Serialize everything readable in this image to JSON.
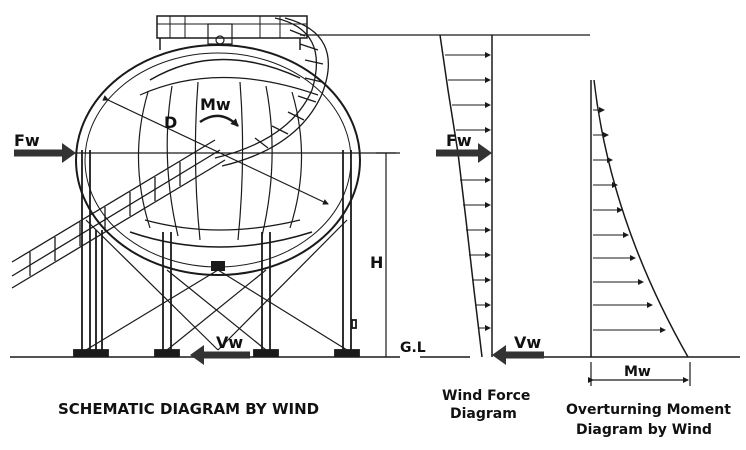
{
  "labels": {
    "diameter": "D",
    "moment_top": "Mw",
    "force_left": "Fw",
    "force_right": "Fw",
    "shear_left": "Vw",
    "shear_right": "Vw",
    "height": "H",
    "ground_level": "G.L",
    "moment_bottom": "Mw"
  },
  "captions": {
    "schematic": "SCHEMATIC DIAGRAM BY WIND",
    "wind_force_line1": "Wind Force",
    "wind_force_line2": "Diagram",
    "overturning_line1": "Overturning Moment",
    "overturning_line2": "Diagram by Wind"
  },
  "colors": {
    "line": "#1a1a1a",
    "arrow": "#333333"
  }
}
